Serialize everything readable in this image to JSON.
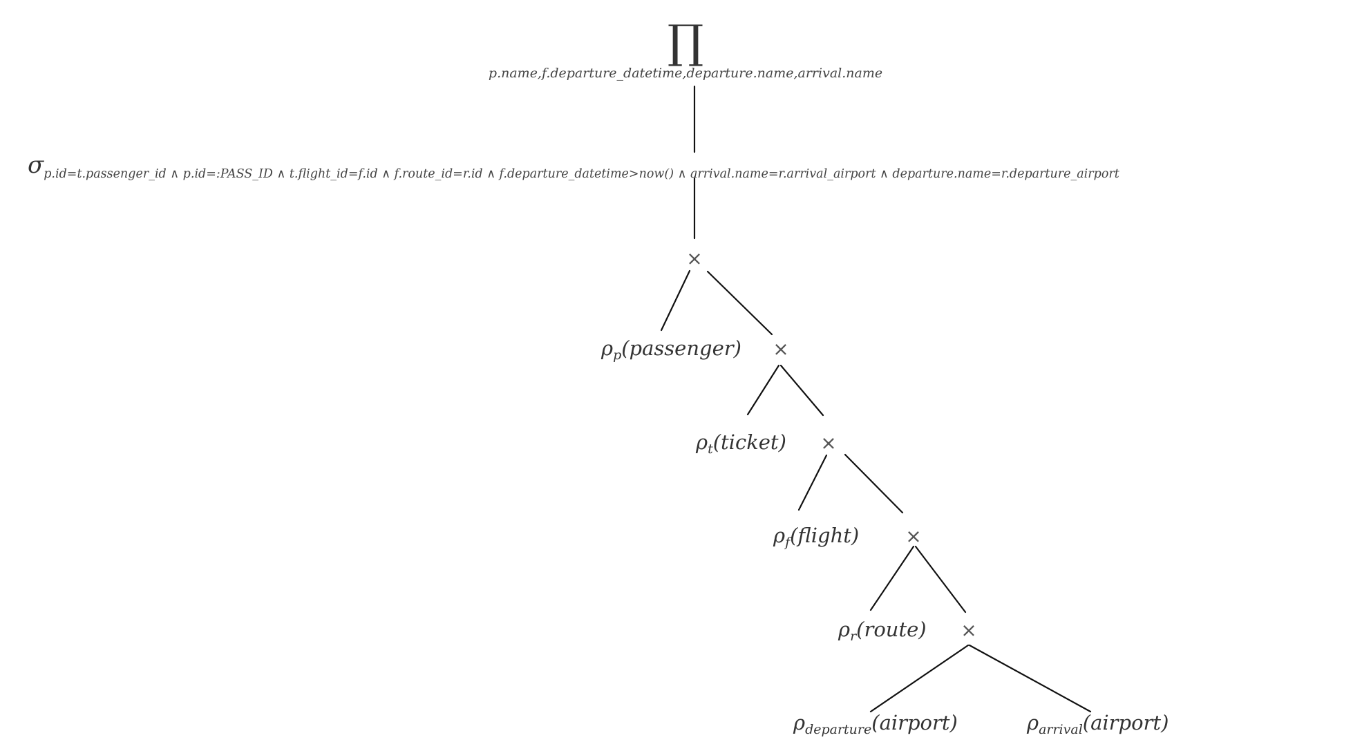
{
  "projection": {
    "symbol": "∏",
    "attributes": "p.name,f.departure_datetime,departure.name,arrival.name"
  },
  "selection": {
    "symbol": "σ",
    "condition": "p.id=t.passenger_id ∧ p.id=:PASS_ID ∧ t.flight_id=f.id ∧ f.route_id=r.id ∧ f.departure_datetime>now() ∧ arrival.name=r.arrival_airport ∧ departure.name=r.departure_airport"
  },
  "cross_product_symbol": "×",
  "relations": [
    {
      "rename_symbol": "ρ",
      "alias": "p",
      "table": "(passenger)"
    },
    {
      "rename_symbol": "ρ",
      "alias": "t",
      "table": "(ticket)"
    },
    {
      "rename_symbol": "ρ",
      "alias": "f",
      "table": "(flight)"
    },
    {
      "rename_symbol": "ρ",
      "alias": "r",
      "table": "(route)"
    },
    {
      "rename_symbol": "ρ",
      "alias": "departure",
      "table": "(airport)"
    },
    {
      "rename_symbol": "ρ",
      "alias": "arrival",
      "table": "(airport)"
    }
  ]
}
